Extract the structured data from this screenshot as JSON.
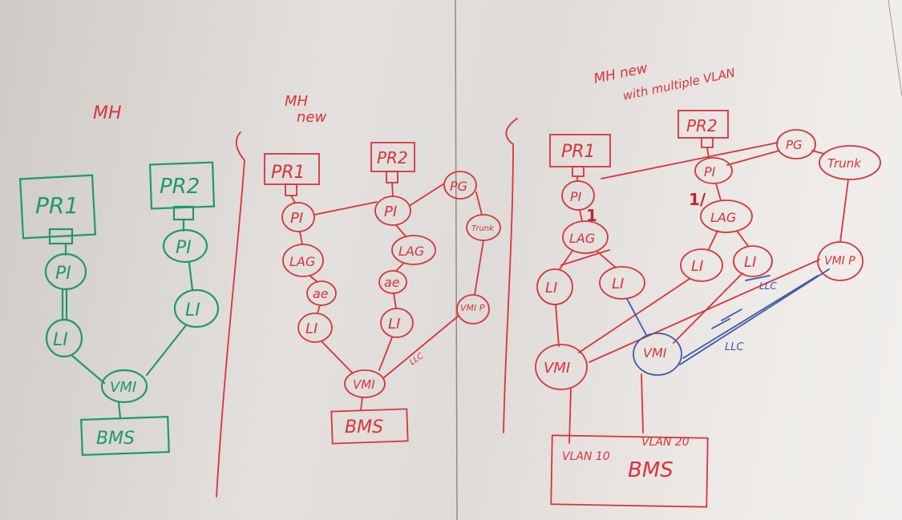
{
  "colors": {
    "green_marker": "#1f9a6a",
    "red_marker": "#d9343a",
    "blue_marker": "#3f5aa8",
    "board": "#e3e0dd"
  },
  "left": {
    "title": "MH",
    "pr1": "PR1",
    "pr2": "PR2",
    "pi_a": "PI",
    "pi_b": "PI",
    "li_a": "LI",
    "li_b": "LI",
    "vmi": "VMI",
    "bms": "BMS"
  },
  "middle": {
    "title_line1": "MH",
    "title_line2": "new",
    "pr1": "PR1",
    "pr2": "PR2",
    "pg": "PG",
    "trunk": "Trunk",
    "pi_a": "PI",
    "pi_b": "PI",
    "lag_a": "LAG",
    "lag_b": "LAG",
    "ae_a": "ae",
    "ae_b": "ae",
    "li_a": "LI",
    "li_b": "LI",
    "vmi_p": "VMI P",
    "vmi": "VMI",
    "llc": "LLC",
    "bms": "BMS"
  },
  "right": {
    "title_line1": "MH new",
    "title_line2": "with multiple VLAN",
    "pr1": "PR1",
    "pr2": "PR2",
    "pg": "PG",
    "trunk": "Trunk",
    "pi_a": "PI",
    "pi_b": "PI",
    "mark_a": "1",
    "mark_b": "1/",
    "lag_a": "LAG",
    "lag_b": "LAG",
    "li_a": "LI",
    "li_b": "LI",
    "li_c": "LI",
    "li_d": "LI",
    "vmi_p": "VMI P",
    "vmi_a": "VMI",
    "vmi_b": "VMI",
    "llc_a": "LLC",
    "llc_b": "LLC",
    "vlan_a": "VLAN 10",
    "vlan_b": "VLAN 20",
    "bms": "BMS"
  }
}
